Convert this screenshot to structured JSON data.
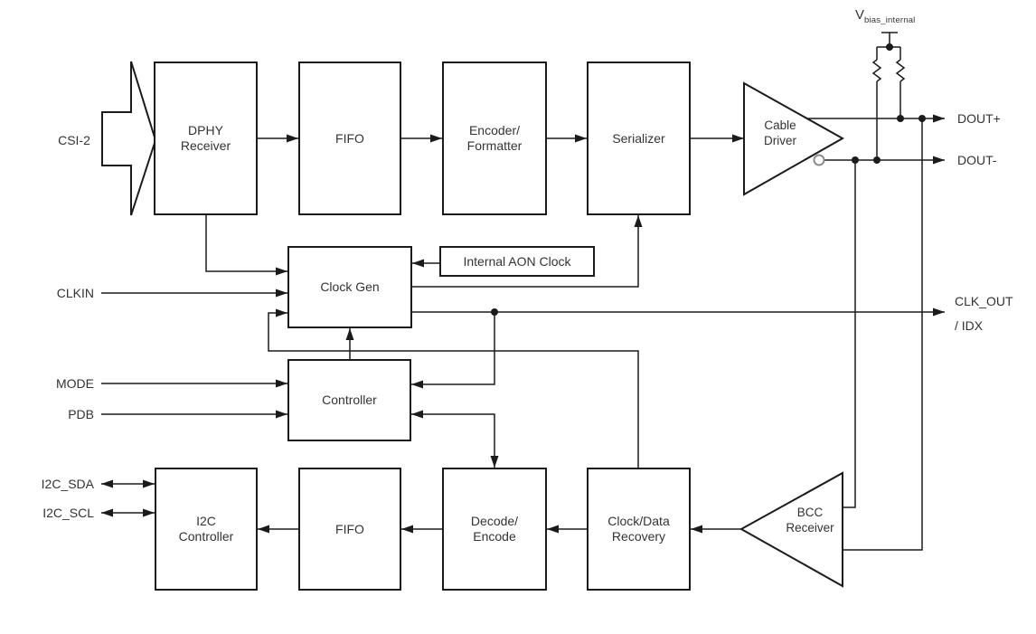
{
  "blocks": {
    "dphy_receiver": {
      "line1": "DPHY",
      "line2": "Receiver"
    },
    "fifo_top": {
      "line1": "FIFO"
    },
    "encoder_formatter": {
      "line1": "Encoder/",
      "line2": "Formatter"
    },
    "serializer": {
      "line1": "Serializer"
    },
    "cable_driver": {
      "line1": "Cable",
      "line2": "Driver"
    },
    "clock_gen": {
      "line1": "Clock Gen"
    },
    "internal_aon_clock": {
      "line1": "Internal AON Clock"
    },
    "controller": {
      "line1": "Controller"
    },
    "i2c_controller": {
      "line1": "I2C",
      "line2": "Controller"
    },
    "fifo_bottom": {
      "line1": "FIFO"
    },
    "decode_encode": {
      "line1": "Decode/",
      "line2": "Encode"
    },
    "clock_data_recovery": {
      "line1": "Clock/Data",
      "line2": "Recovery"
    },
    "bcc_receiver": {
      "line1": "BCC",
      "line2": "Receiver"
    }
  },
  "signals": {
    "csi2": "CSI-2",
    "clkin": "CLKIN",
    "mode": "MODE",
    "pdb": "PDB",
    "i2c_sda": "I2C_SDA",
    "i2c_scl": "I2C_SCL",
    "dout_plus": "DOUT+",
    "dout_minus": "DOUT-",
    "clk_out": "CLK_OUT",
    "idx": "/ IDX",
    "vbias_main": "V",
    "vbias_sub": "bias_internal"
  },
  "colors": {
    "line": "#1b1b1b",
    "text": "#333333",
    "background": "#ffffff"
  }
}
